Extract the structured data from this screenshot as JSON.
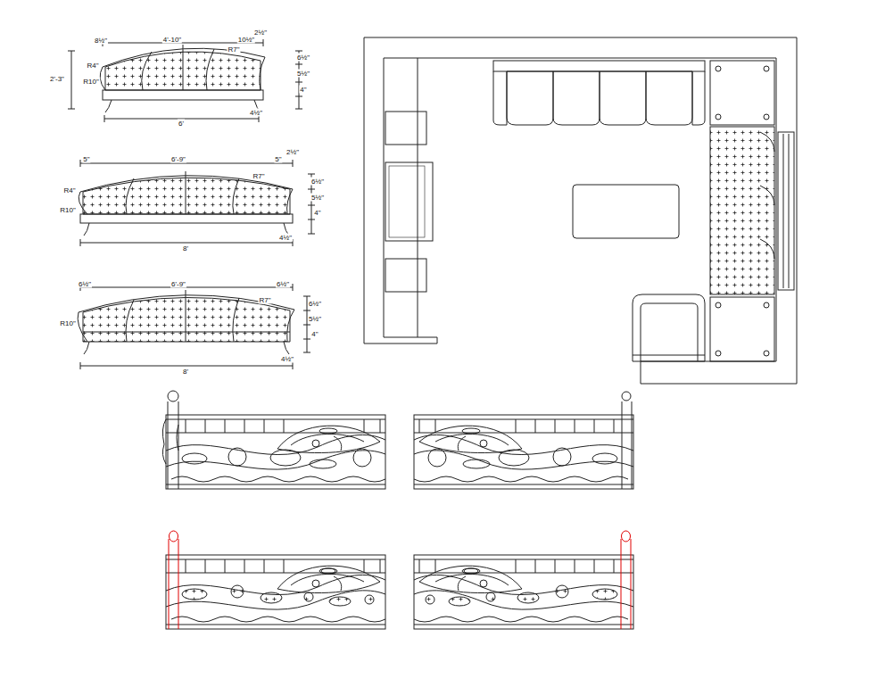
{
  "diagram": {
    "labels": [
      "8½\"",
      "4'-10\"",
      "10½\"",
      "2½\"",
      "R7\"",
      "R4\"",
      "R10\"",
      "2'-3\"",
      "6½\"",
      "5½\"",
      "4\"",
      "6'",
      "4½\"",
      "5\"",
      "6'-9\"",
      "5\"",
      "2½\"",
      "R7\"",
      "R4\"",
      "R10\"",
      "6½\"",
      "5½\"",
      "4\"",
      "8'",
      "4½\"",
      "6½\"",
      "6'-9\"",
      "6½\"",
      "R7\"",
      "R10\"",
      "6½\"",
      "5½\"",
      "4\"",
      "8'",
      "4½\""
    ]
  }
}
